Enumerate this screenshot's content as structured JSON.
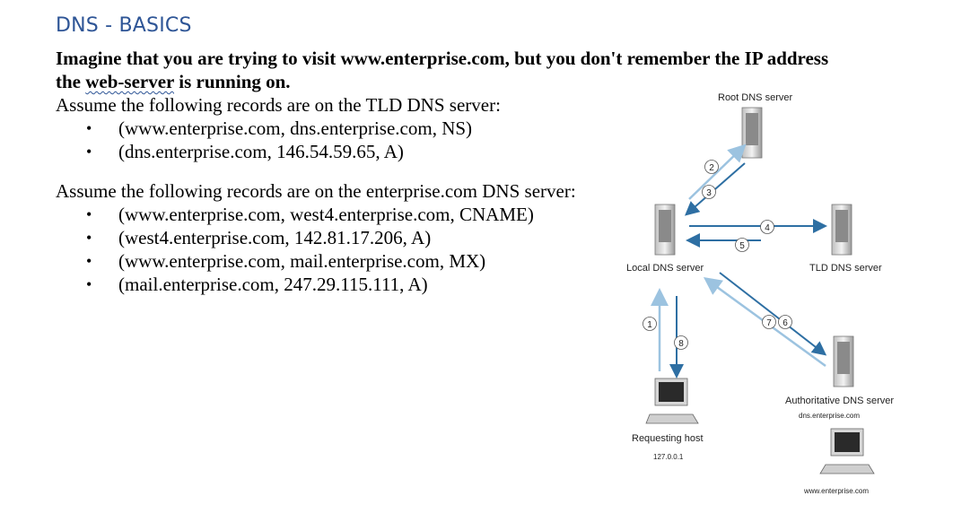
{
  "page": {
    "title": "DNS - BASICS",
    "intro_line1": "Imagine that you are trying to visit www.enterprise.com, but you don't remember the IP address",
    "intro_line2_pre": "the ",
    "intro_line2_link": "web-server",
    "intro_line2_post": " is running on.",
    "tld_heading": "Assume the following records are on the TLD DNS server:",
    "tld_records": [
      "(www.enterprise.com, dns.enterprise.com, NS)",
      "(dns.enterprise.com, 146.54.59.65, A)"
    ],
    "ent_heading": "Assume the following records are on the enterprise.com DNS server:",
    "ent_records": [
      "(www.enterprise.com, west4.enterprise.com, CNAME)",
      "(west4.enterprise.com, 142.81.17.206, A)",
      "(www.enterprise.com, mail.enterprise.com, MX)",
      "(mail.enterprise.com, 247.29.115.111, A)"
    ]
  },
  "diagram": {
    "root_label": "Root DNS server",
    "local_label": "Local DNS server",
    "tld_label": "TLD DNS server",
    "auth_label": "Authoritative DNS server",
    "auth_sublabel": "dns.enterprise.com",
    "host_label": "Requesting host",
    "host_ip": "127.0.0.1",
    "web_label": "www.enterprise.com",
    "steps": [
      "1",
      "2",
      "3",
      "4",
      "5",
      "6",
      "7",
      "8"
    ],
    "colors": {
      "arrow_dark": "#2e6fa3",
      "arrow_light": "#9cc3e0",
      "title": "#2e5596"
    }
  }
}
